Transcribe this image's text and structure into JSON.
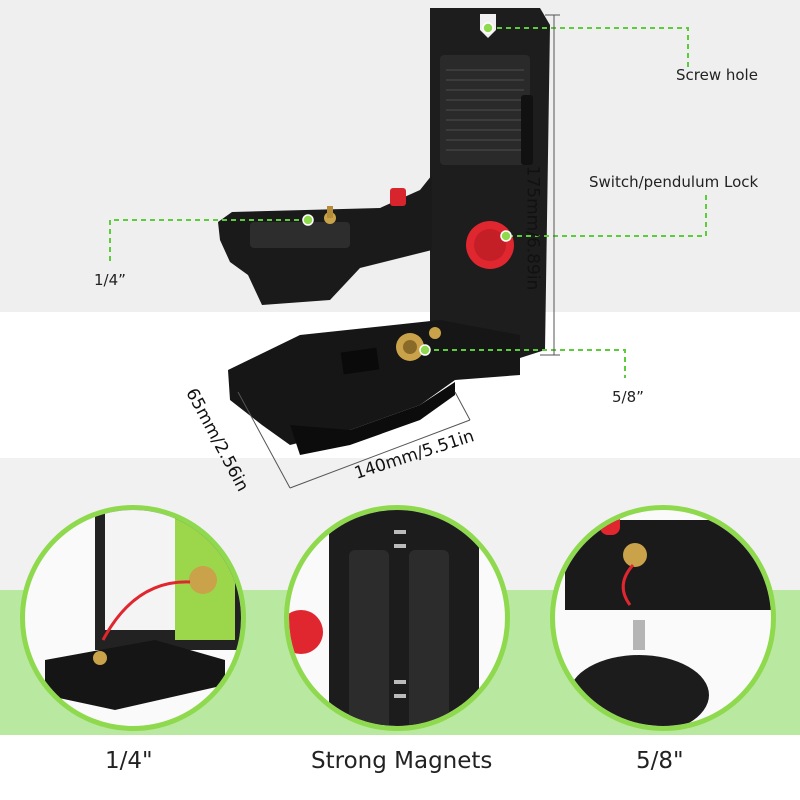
{
  "callouts": {
    "screw_hole": "Screw hole",
    "switch_lock": "Switch/pendulum Lock",
    "quarter_inch": "1/4”",
    "five_eighths": "5/8”"
  },
  "dimensions": {
    "height": "175mm/6.89in",
    "width": "140mm/5.51in",
    "depth": "65mm/2.56in"
  },
  "captions": {
    "left": "1/4\"",
    "center": "Strong Magnets",
    "right": "5/8\""
  },
  "colors": {
    "accent_green": "#8fd94e",
    "knob_red": "#e0262f",
    "brass": "#c9a24a",
    "body_black": "#1b1b1b"
  }
}
